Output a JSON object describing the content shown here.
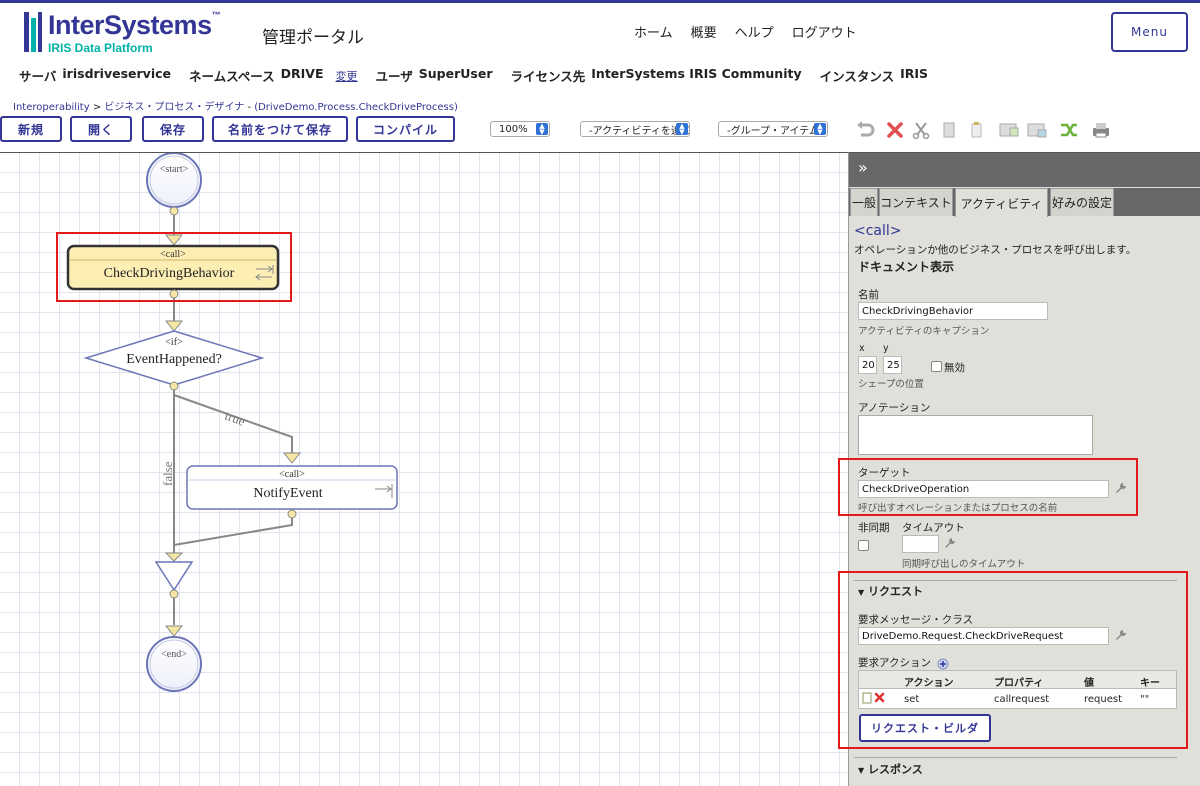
{
  "header": {
    "logo_name": "InterSystems",
    "logo_tm": "™",
    "logo_sub": "IRIS Data Platform",
    "portal_title": "管理ポータル",
    "nav": [
      "ホーム",
      "概要",
      "ヘルプ",
      "ログアウト"
    ],
    "menu_label": "Menu",
    "info": {
      "server_label": "サーバ",
      "server_value": "irisdriveservice",
      "namespace_label": "ネームスペース",
      "namespace_value": "DRIVE",
      "change_link": "変更",
      "user_label": "ユーザ",
      "user_value": "SuperUser",
      "license_label": "ライセンス先",
      "license_value": "InterSystems IRIS Community",
      "instance_label": "インスタンス",
      "instance_value": "IRIS"
    }
  },
  "breadcrumb": {
    "root": "Interoperability",
    "sep": ">",
    "page": "ビジネス・プロセス・デザイナ",
    "dash": "-",
    "item": "(DriveDemo.Process.CheckDriveProcess)"
  },
  "toolbar": {
    "new_label": "新規",
    "open_label": "開く",
    "save_label": "保存",
    "save_as_label": "名前をつけて保存",
    "compile_label": "コンパイル",
    "zoom_value": "100%",
    "activity_select": "-アクティビティを追加-",
    "group_select": "-グループ・アイテム-",
    "icons": [
      "undo-icon",
      "delete-icon",
      "cut-icon",
      "copy-icon",
      "paste-icon",
      "group-icon",
      "ungroup-icon",
      "arrange-icon",
      "print-icon"
    ]
  },
  "diagram": {
    "start_label": "<start>",
    "end_label": "<end>",
    "call1_tag": "<call>",
    "call1_name": "CheckDrivingBehavior",
    "if_tag": "<if>",
    "if_name": "EventHappened?",
    "true_label": "true",
    "false_label": "false",
    "call2_tag": "<call>",
    "call2_name": "NotifyEvent"
  },
  "panel": {
    "collapse_glyph": "»",
    "tabs": [
      "一般",
      "コンテキスト",
      "アクティビティ",
      "好みの設定"
    ],
    "active_tab": "アクティビティ",
    "element_tag": "<call>",
    "element_desc": "オペレーションか他のビジネス・プロセスを呼び出します。",
    "doc_view": "ドキュメント表示",
    "name_label": "名前",
    "name_value": "CheckDrivingBehavior",
    "name_help": "アクティビティのキャプション",
    "x_label": "x",
    "y_label": "y",
    "x_value": "20",
    "y_value": "25",
    "disabled_label": "無効",
    "shape_help": "シェープの位置",
    "annotation_label": "アノテーション",
    "target_label": "ターゲット",
    "target_value": "CheckDriveOperation",
    "target_help": "呼び出すオペレーションまたはプロセスの名前",
    "async_label": "非同期",
    "timeout_label": "タイムアウト",
    "timeout_help": "同期呼び出しのタイムアウト",
    "request_section": "リクエスト",
    "request_class_label": "要求メッセージ・クラス",
    "request_class_value": "DriveDemo.Request.CheckDriveRequest",
    "request_action_label": "要求アクション",
    "table_headers": [
      "アクション",
      "プロパティ",
      "値",
      "キー"
    ],
    "table_rows": [
      {
        "action": "set",
        "property": "callrequest",
        "value": "request",
        "key": "\"\""
      }
    ],
    "request_builder_label": "リクエスト・ビルダ",
    "response_section": "レスポンス"
  },
  "colors": {
    "brand": "#333695",
    "teal": "#00b2a9",
    "highlight": "#e11b1b",
    "selected_fill": "#fdeeb4"
  }
}
